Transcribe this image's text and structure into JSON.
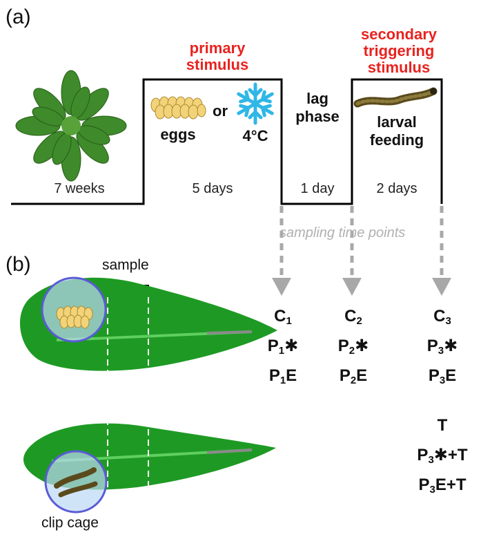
{
  "panel_a": "(a)",
  "panel_b": "(b)",
  "primary_stimulus": "primary\nstimulus",
  "secondary_stimulus": "secondary\ntriggering\nstimulus",
  "eggs": "eggs",
  "or": "or",
  "cold": "4°C",
  "lag_phase": "lag\nphase",
  "larval_feeding": "larval\nfeeding",
  "durations": [
    "7 weeks",
    "5 days",
    "1 day",
    "2 days"
  ],
  "sampling": "sampling time points",
  "sample_label": "sample",
  "clip_cage": "clip cage",
  "groups": {
    "g1": [
      {
        "base": "C",
        "sub": "1",
        "tail": ""
      },
      {
        "base": "P",
        "sub": "1",
        "tail": "✱"
      },
      {
        "base": "P",
        "sub": "1",
        "tail": "E"
      }
    ],
    "g2": [
      {
        "base": "C",
        "sub": "2",
        "tail": ""
      },
      {
        "base": "P",
        "sub": "2",
        "tail": "✱"
      },
      {
        "base": "P",
        "sub": "2",
        "tail": "E"
      }
    ],
    "g3": [
      {
        "base": "C",
        "sub": "3",
        "tail": ""
      },
      {
        "base": "P",
        "sub": "3",
        "tail": "✱"
      },
      {
        "base": "P",
        "sub": "3",
        "tail": "E"
      }
    ],
    "g4": [
      {
        "base": "T",
        "sub": "",
        "tail": ""
      },
      {
        "base": "P",
        "sub": "3",
        "tail": "✱+T"
      },
      {
        "base": "P",
        "sub": "3",
        "tail": "E+T"
      }
    ]
  },
  "colors": {
    "red": "#e8231f",
    "leaf": "#1e9a24",
    "arrow": "#a8a8a8",
    "egg": "#f2d37a",
    "snow": "#2fb7e6"
  }
}
